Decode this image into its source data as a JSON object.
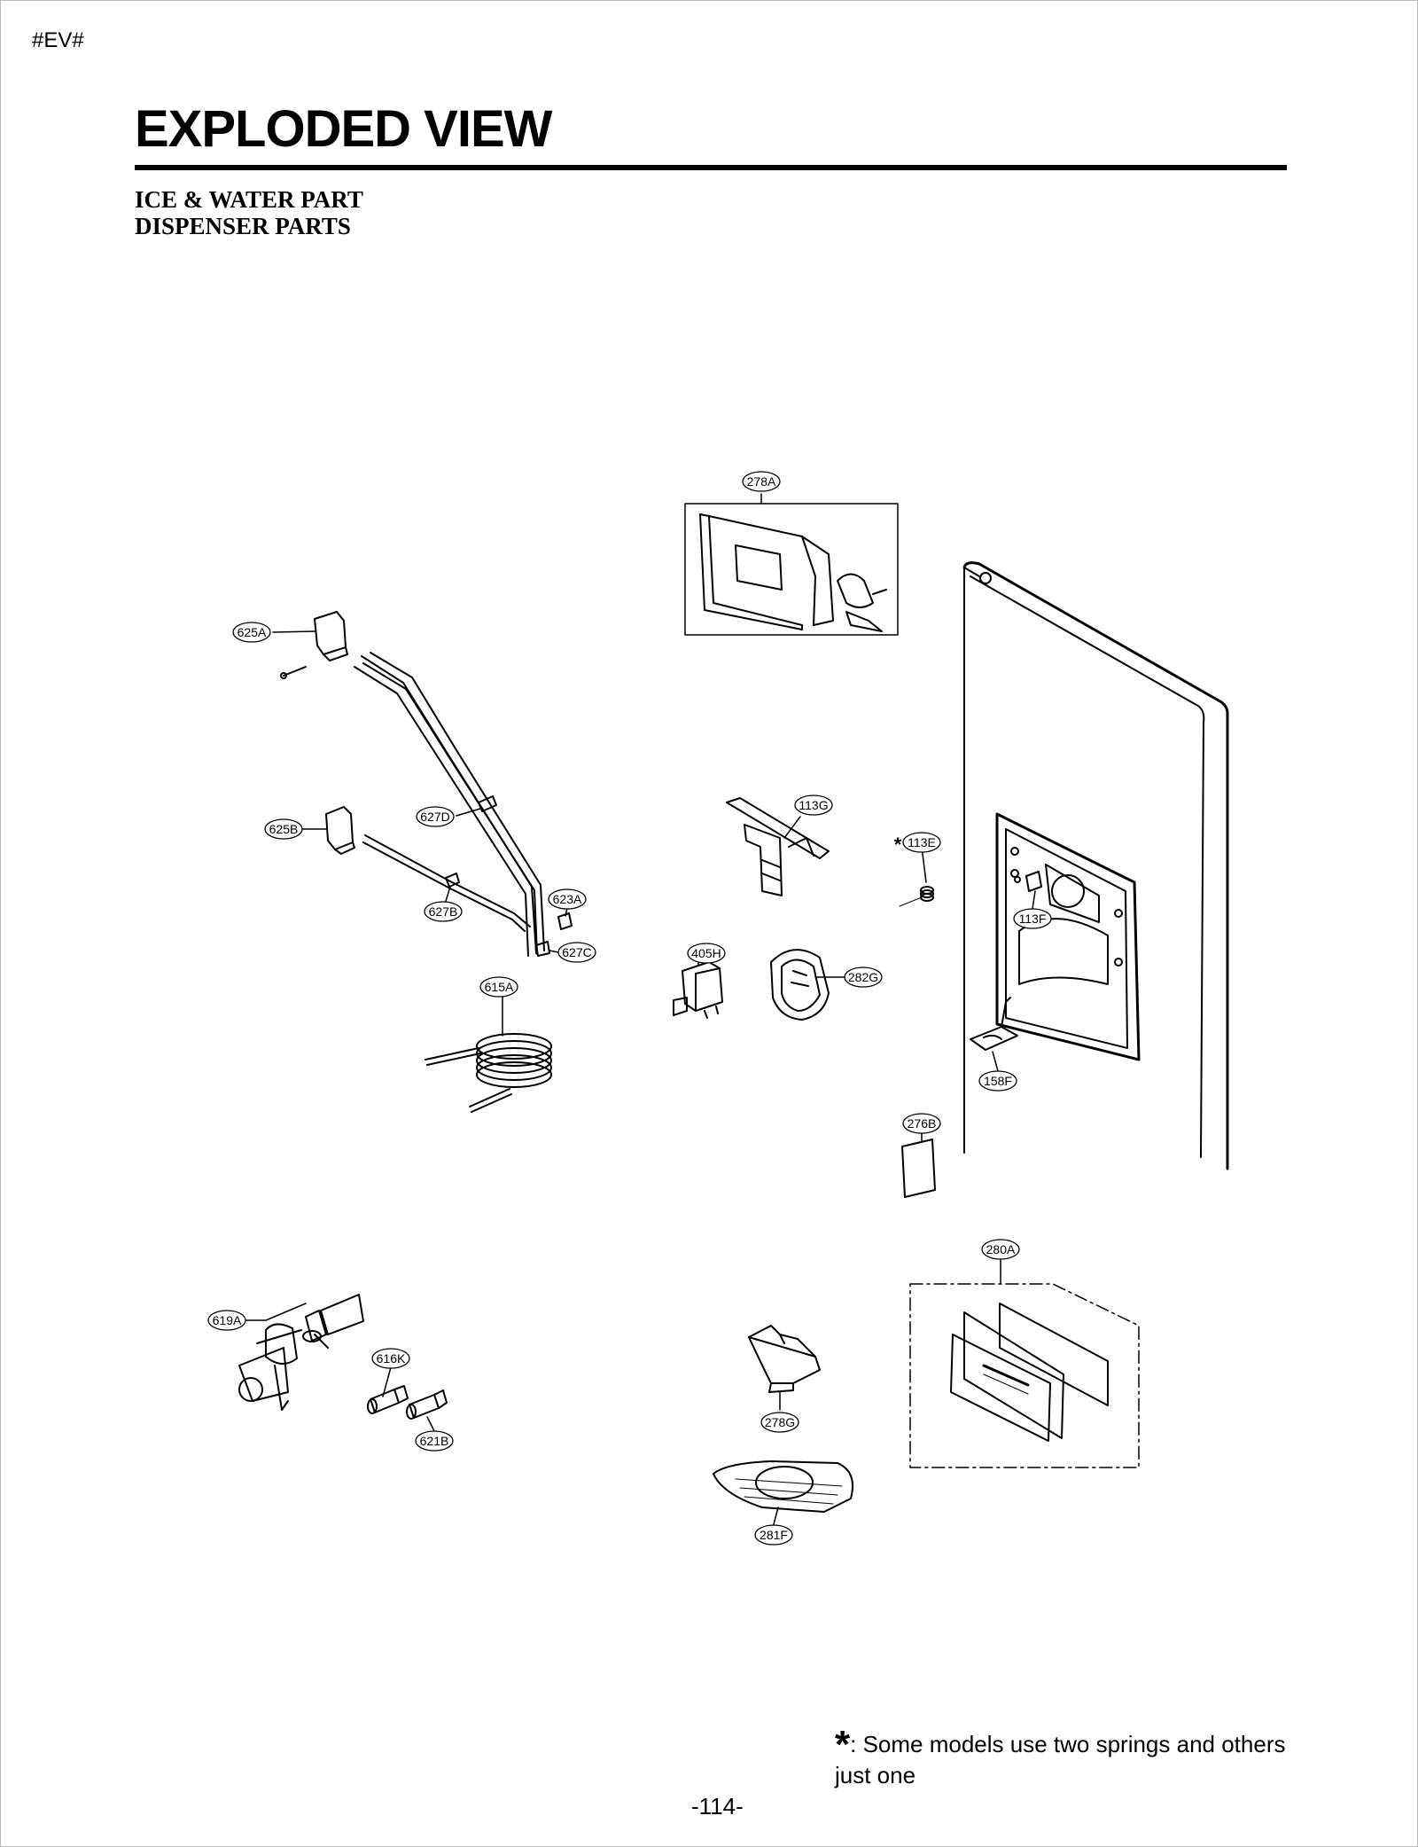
{
  "header": {
    "tag": "#EV#",
    "title": "EXPLODED VIEW",
    "subtitle_1": "ICE & WATER PART",
    "subtitle_2": "DISPENSER PARTS"
  },
  "labels": {
    "p278A": "278A",
    "p625A": "625A",
    "p625B": "625B",
    "p627D": "627D",
    "p627B": "627B",
    "p623A": "623A",
    "p627C": "627C",
    "p615A": "615A",
    "p113G": "113G",
    "p113E": "113E",
    "p113E_star": "*",
    "p113F": "113F",
    "p405H": "405H",
    "p282G": "282G",
    "p158F": "158F",
    "p276B": "276B",
    "p280A": "280A",
    "p619A": "619A",
    "p616K": "616K",
    "p621B": "621B",
    "p278G": "278G",
    "p281F": "281F"
  },
  "footer": {
    "note_star": "*",
    "note_text": ": Some models use two springs and others just one",
    "page_number": "-114-"
  }
}
